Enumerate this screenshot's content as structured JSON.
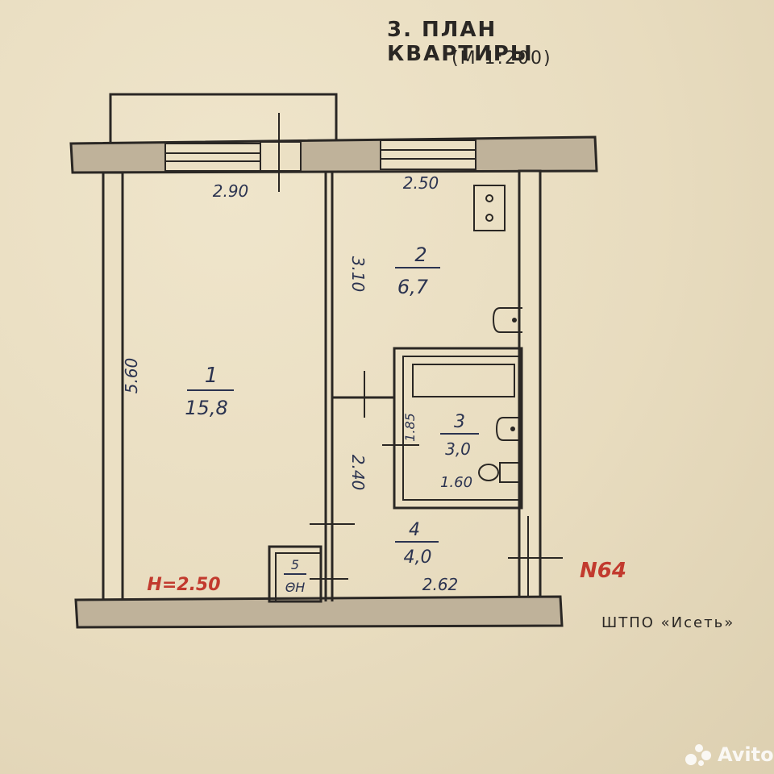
{
  "header": {
    "title": "3. ПЛАН КВАРТИРЫ",
    "scale": "(М 1:200)"
  },
  "rooms": [
    {
      "number": "1",
      "area": "15,8"
    },
    {
      "number": "2",
      "area": "6,7"
    },
    {
      "number": "3",
      "area": "3,0"
    },
    {
      "number": "4",
      "area": "4,0"
    },
    {
      "number": "5",
      "area": "ΘН"
    }
  ],
  "dimensions": {
    "room1_width": "2.90",
    "room1_length": "5.60",
    "kitchen_width": "2.50",
    "kitchen_length": "3.10",
    "bath_height": "1.85",
    "bath_width": "1.60",
    "hall_length": "2.40",
    "hall_width": "2.62"
  },
  "annotations": {
    "ceiling_height": "Н=2.50",
    "apartment_number": "N64"
  },
  "footer": {
    "org": "ШТПО «Исеть»"
  },
  "watermark": {
    "text": "Avito"
  }
}
